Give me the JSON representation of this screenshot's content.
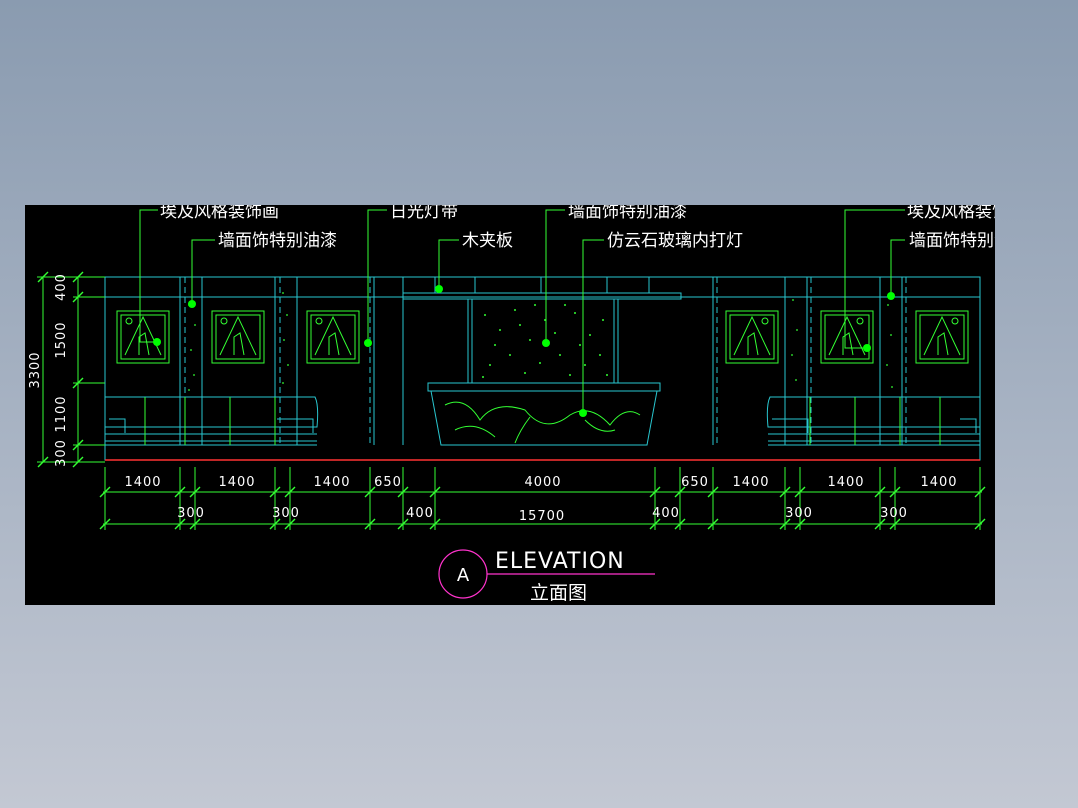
{
  "labels": {
    "egypt_painting_left": "埃及风格装饰画",
    "wall_paint_left": "墙面饰特别油漆",
    "daylight_strip": "日光灯带",
    "plywood": "木夹板",
    "wall_paint_center": "墙面饰特别油漆",
    "glass_light": "仿云石玻璃内打灯",
    "egypt_painting_right": "埃及风格装饰画",
    "wall_paint_right": "墙面饰特别油漆"
  },
  "dims_top": [
    "1400",
    "1400",
    "1400",
    "650",
    "4000",
    "650",
    "1400",
    "1400",
    "1400"
  ],
  "dims_mid": [
    "300",
    "300",
    "400",
    "400",
    "300",
    "300"
  ],
  "dim_total": "15700",
  "dims_vertical": [
    "400",
    "1500",
    "1100",
    "300"
  ],
  "dim_vertical_total": "3300",
  "title": {
    "marker": "A",
    "main": "ELEVATION",
    "sub": "立面图"
  },
  "colors": {
    "background": "#000000",
    "outline": "#29c6cf",
    "hatch": "#33ff33",
    "leader_dot": "#00ff00",
    "floor_line": "#ff3333",
    "title_circle": "#ff33cc"
  }
}
